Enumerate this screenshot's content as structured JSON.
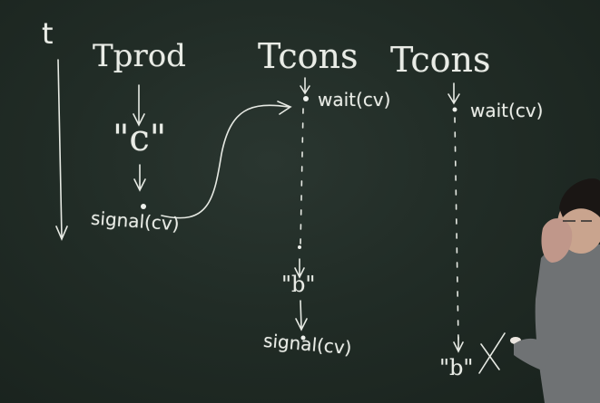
{
  "board": {
    "time_axis_label": "t",
    "columns": [
      {
        "title": "Tprod",
        "steps": [
          "\"c\"",
          "signal(cv)"
        ]
      },
      {
        "title": "Tcons",
        "steps": [
          "wait(cv)",
          "\"b\"",
          "signal(cv)"
        ]
      },
      {
        "title": "Tcons",
        "steps": [
          "wait(cv)",
          "\"b\""
        ]
      }
    ]
  },
  "colors": {
    "board": "#212c26",
    "chalk": "#e9ece6",
    "sweater": "#6f7274",
    "skin": "#c9a48e",
    "hair": "#1a1614"
  }
}
